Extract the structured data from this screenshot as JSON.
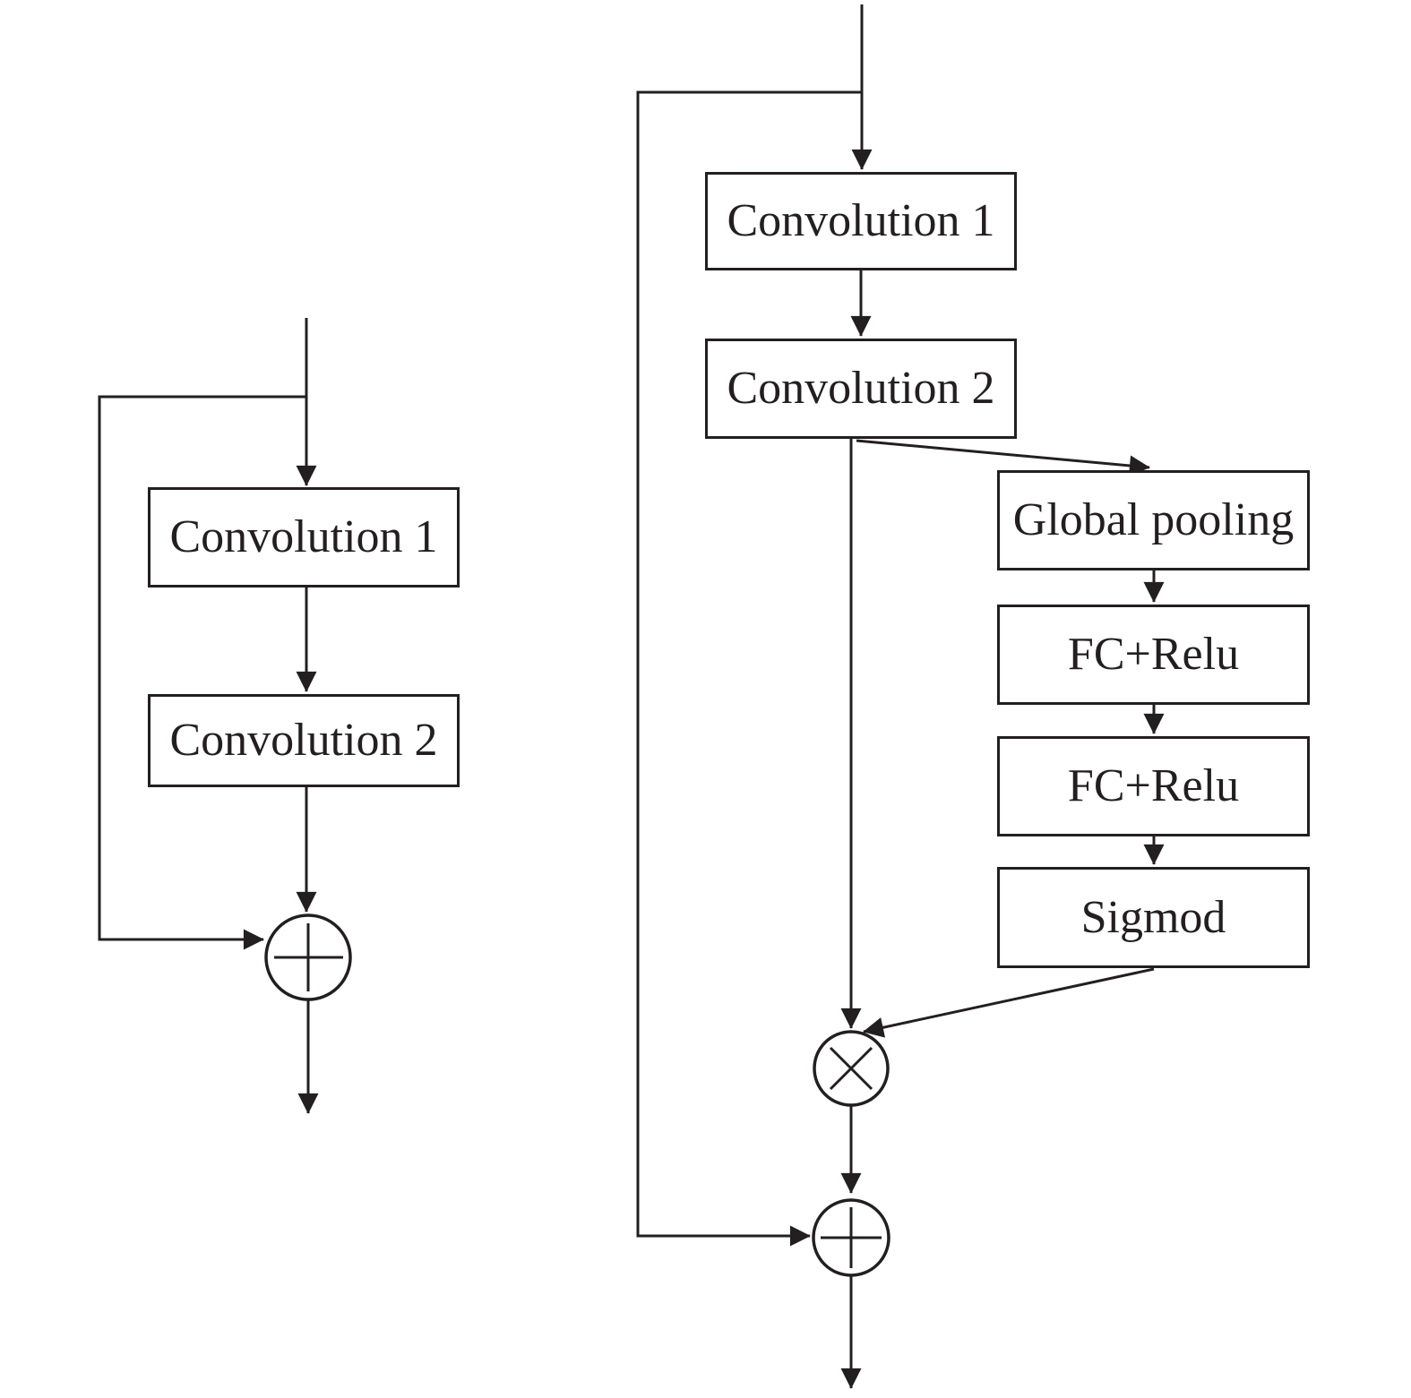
{
  "figure": {
    "background_color": "#ffffff",
    "stroke_color": "#231f20",
    "left_diagram": {
      "conv1_label": "Convolution 1",
      "conv2_label": "Convolution 2",
      "operators": {
        "add": "⊕"
      }
    },
    "right_diagram": {
      "conv1_label": "Convolution 1",
      "conv2_label": "Convolution 2",
      "global_pooling_label": "Global pooling",
      "fc_relu_1_label": "FC+Relu",
      "fc_relu_2_label": "FC+Relu",
      "sigmod_label": "Sigmod",
      "operators": {
        "multiply": "⊗",
        "add": "⊕"
      }
    }
  }
}
